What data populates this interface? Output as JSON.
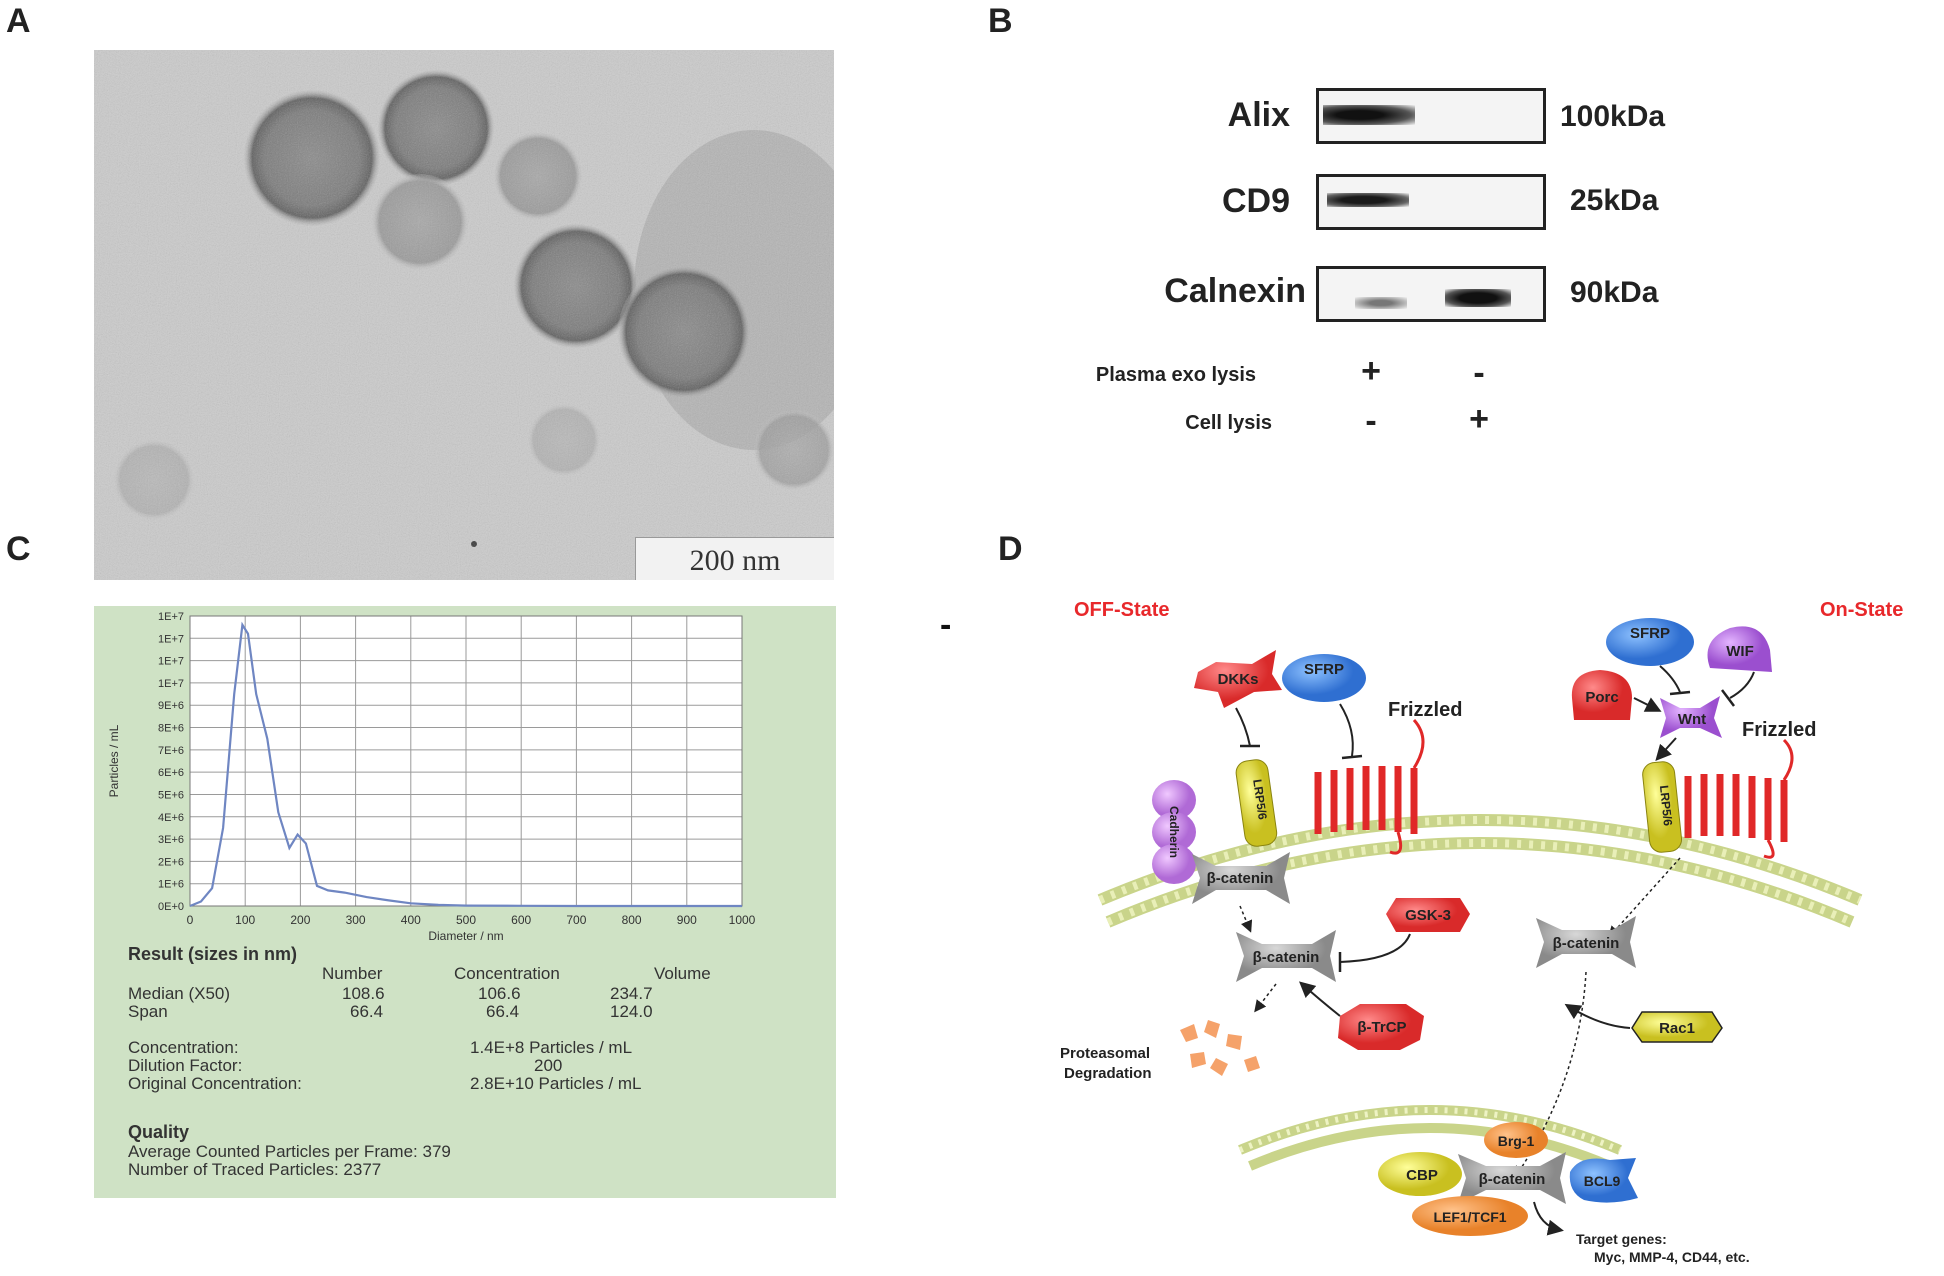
{
  "panels": {
    "a": "A",
    "b": "B",
    "c": "C",
    "d": "D"
  },
  "tem": {
    "scale_bar": "200 nm"
  },
  "western_blot": {
    "proteins": [
      {
        "name": "Alix",
        "kda": "100kDa"
      },
      {
        "name": "CD9",
        "kda": "25kDa"
      },
      {
        "name": "Calnexin",
        "kda": "90kDa"
      }
    ],
    "conditions": [
      {
        "label": "Plasma exo lysis",
        "lane1": "+",
        "lane2": "-"
      },
      {
        "label": "Cell lysis",
        "lane1": "-",
        "lane2": "+"
      }
    ]
  },
  "stray_mark": "-",
  "nta": {
    "result_title": "Result (sizes in nm)",
    "col_headers": [
      "Number",
      "Concentration",
      "Volume"
    ],
    "rows": [
      {
        "label": "Median (X50)",
        "values": [
          "108.6",
          "106.6",
          "234.7"
        ]
      },
      {
        "label": "Span",
        "values": [
          "66.4",
          "66.4",
          "124.0"
        ]
      }
    ],
    "concentration_label": "Concentration:",
    "concentration_value": "1.4E+8 Particles / mL",
    "dilution_label": "Dilution Factor:",
    "dilution_value": "200",
    "original_label": "Original Concentration:",
    "original_value": "2.8E+10 Particles / mL",
    "quality_title": "Quality",
    "avg_particles": "Average Counted Particles per Frame: 379",
    "traced_particles": "Number of Traced Particles: 2377"
  },
  "chart_data": {
    "type": "line",
    "title": "",
    "xlabel": "Diameter / nm",
    "ylabel": "Particles / mL",
    "xlim": [
      0,
      1000
    ],
    "ylim": [
      0,
      13
    ],
    "x_ticks": [
      "0",
      "100",
      "200",
      "300",
      "400",
      "500",
      "600",
      "700",
      "800",
      "900",
      "1000"
    ],
    "y_ticks": [
      "0E+0",
      "1E+6",
      "2E+6",
      "3E+6",
      "4E+6",
      "5E+6",
      "6E+6",
      "7E+6",
      "8E+6",
      "9E+6",
      "1E+7",
      "1E+7",
      "1E+7",
      "1E+7"
    ],
    "grid": true,
    "series": [
      {
        "x": [
          0,
          20,
          40,
          60,
          80,
          95,
          105,
          120,
          140,
          160,
          180,
          195,
          210,
          230,
          250,
          280,
          320,
          360,
          400,
          450,
          500,
          600,
          700,
          800,
          900,
          1000
        ],
        "y": [
          0,
          0.2,
          0.8,
          3.5,
          9.5,
          12.6,
          12.2,
          9.5,
          7.5,
          4.2,
          2.6,
          3.2,
          2.8,
          0.9,
          0.7,
          0.6,
          0.4,
          0.25,
          0.12,
          0.05,
          0.02,
          0.01,
          0,
          0,
          0,
          0
        ]
      }
    ]
  },
  "pathway": {
    "off_state": "OFF-State",
    "on_state": "On-State",
    "frizzled_left": "Frizzled",
    "frizzled_right": "Frizzled",
    "dkks": "DKKs",
    "sfrp_left": "SFRP",
    "sfrp_right": "SFRP",
    "wif": "WIF",
    "porc": "Porc",
    "wnt": "Wnt",
    "lrp_left": "LRP5/6",
    "lrp_right": "LRP5/6",
    "cadherin": "Cadherin",
    "bcat_membrane": "β-catenin",
    "bcat_cyto_left": "β-catenin",
    "bcat_cyto_right": "β-catenin",
    "bcat_nucleus": "β-catenin",
    "gsk3": "GSK-3",
    "btrcp": "β-TrCP",
    "proteasomal": "Proteasomal",
    "degradation": "Degradation",
    "rac1": "Rac1",
    "brg1": "Brg-1",
    "cbp": "CBP",
    "bcl9": "BCL9",
    "lef1": "LEF1/TCF1",
    "target_genes": "Target genes:",
    "target_list": "Myc, MMP-4, CD44, etc."
  },
  "colors": {
    "red_label": "#e8282b",
    "nta_bg": "#cfe2c5",
    "curve": "#6f86c2",
    "membrane": "#c9d48a",
    "frizzled": "#e02828"
  }
}
